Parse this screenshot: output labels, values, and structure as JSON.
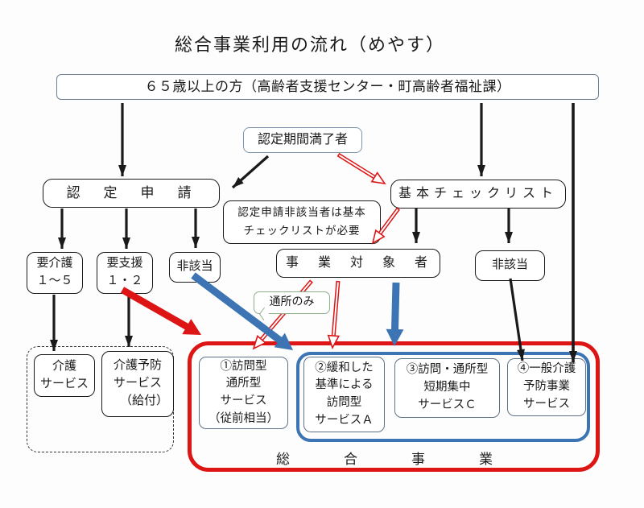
{
  "title": "総合事業利用の流れ（めやす）",
  "colors": {
    "arrow_black": "#1a1a1a",
    "arrow_red": "#dd1515",
    "arrow_blue": "#3c74b4",
    "bubble_green": "#8fae8a",
    "box_border_blue_gray": "#7d93ad"
  },
  "nodes": {
    "eligible": "６５歳以上の方（高齢者支援センター・町高齢者福祉課）",
    "expired": "認定期間満了者",
    "application": "認　定　申　請",
    "checklist": "基本チェックリスト",
    "note": {
      "line1": "認定申請非該当者は基本",
      "line2": "チェックリストが必要"
    },
    "yokaigo": {
      "line1": "要介護",
      "line2": "１～５"
    },
    "yoshien": {
      "line1": "要支援",
      "line2": "１・２"
    },
    "higaito_left": "非該当",
    "jigyo_taisho": "事　業　対　象　者",
    "higaito_right": "非該当",
    "tsusho": "通所のみ",
    "kaigo_service": {
      "line1": "介護",
      "line2": "サービス"
    },
    "kaigo_yobo": {
      "line1": "介護予防",
      "line2": "サービス",
      "line3": "（給付）"
    },
    "svc1": {
      "line1": "①訪問型",
      "line2": "通所型",
      "line3": "サービス",
      "line4": "（従前相当）"
    },
    "svc2": {
      "line1": "②緩和した",
      "line2": "基準による",
      "line3": "訪問型",
      "line4": "サービスＡ"
    },
    "svc3": {
      "line1": "③訪問・通所型",
      "line2": "短期集中",
      "line3": "サービスＣ"
    },
    "svc4": {
      "line1": "④一般介護",
      "line2": "予防事業",
      "line3": "サービス"
    },
    "sogo_jigyo": "総　　合　　事　　業"
  }
}
